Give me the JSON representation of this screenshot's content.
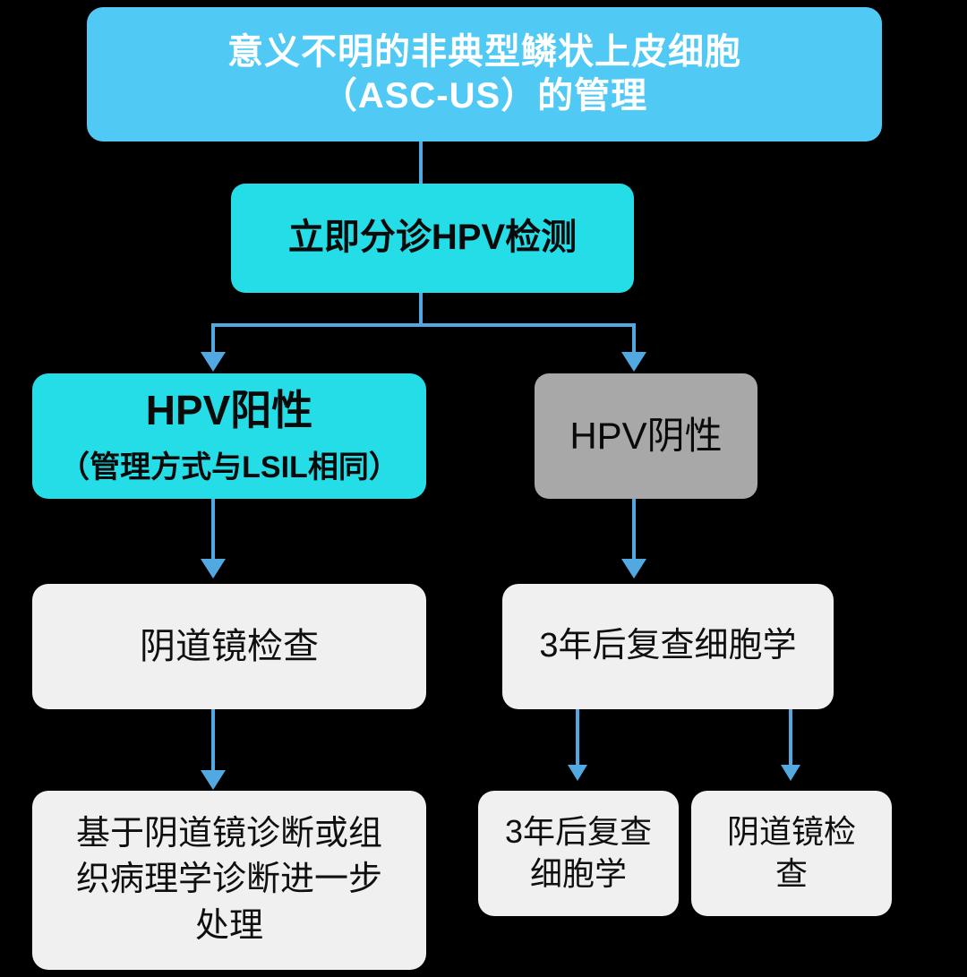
{
  "diagram": {
    "title_node": {
      "id": "asc-us-management-title",
      "text": "意义不明的非典型鳞状上皮细胞\n（ASC-US）的管理",
      "color": "#51c9f5",
      "text_color": "#ffffff"
    },
    "nodes": [
      {
        "id": "immediate-hpv-triage",
        "text": "立即分诊HPV检测",
        "color": "#25dde6",
        "text_color": "#0a0a0a"
      },
      {
        "id": "hpv-positive",
        "text_main": "HPV阳性",
        "text_sub": "（管理方式与LSIL相同）",
        "color": "#25dde6",
        "text_color": "#0a0a0a"
      },
      {
        "id": "hpv-negative",
        "text": "HPV阴性",
        "color": "#a8a8a8",
        "text_color": "#0a0a0a"
      },
      {
        "id": "colposcopy-left",
        "text": "阴道镜检查",
        "color": "#f0f0f0",
        "text_color": "#0f0f0f"
      },
      {
        "id": "repeat-cytology-3y",
        "text": "3年后复查细胞学",
        "color": "#f0f0f0",
        "text_color": "#0f0f0f"
      },
      {
        "id": "further-management",
        "text": "基于阴道镜诊断或组\n织病理学诊断进一步\n处理",
        "color": "#f0f0f0",
        "text_color": "#0f0f0f"
      },
      {
        "id": "repeat-cytology-3y-again",
        "text": "3年后复查\n细胞学",
        "color": "#f0f0f0",
        "text_color": "#0f0f0f"
      },
      {
        "id": "colposcopy-right",
        "text": "阴道镜检\n查",
        "color": "#f0f0f0",
        "text_color": "#0f0f0f"
      }
    ],
    "connector_color": "#52a8e0",
    "background_color": "#000000",
    "edges": [
      {
        "from": "asc-us-management-title",
        "to": "immediate-hpv-triage",
        "type": "straight"
      },
      {
        "from": "immediate-hpv-triage",
        "to": "hpv-positive",
        "type": "split-left"
      },
      {
        "from": "immediate-hpv-triage",
        "to": "hpv-negative",
        "type": "split-right"
      },
      {
        "from": "hpv-positive",
        "to": "colposcopy-left",
        "type": "straight"
      },
      {
        "from": "hpv-negative",
        "to": "repeat-cytology-3y",
        "type": "straight"
      },
      {
        "from": "colposcopy-left",
        "to": "further-management",
        "type": "straight"
      },
      {
        "from": "repeat-cytology-3y",
        "to": "repeat-cytology-3y-again",
        "type": "straight"
      },
      {
        "from": "repeat-cytology-3y",
        "to": "colposcopy-right",
        "type": "straight"
      }
    ]
  }
}
